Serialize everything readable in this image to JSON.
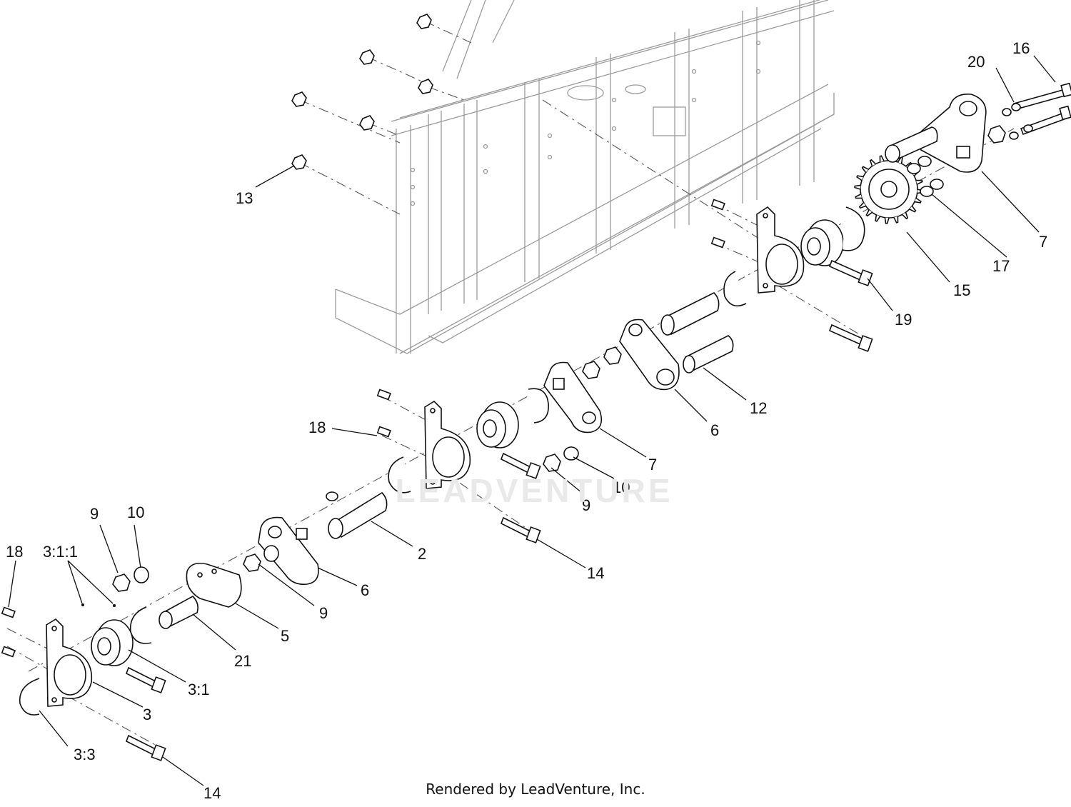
{
  "diagram": {
    "footer": "Rendered by LeadVenture, Inc.",
    "watermark": "LEADVENTURE",
    "callouts": [
      {
        "id": "c13",
        "text": "13"
      },
      {
        "id": "c16",
        "text": "16"
      },
      {
        "id": "c20",
        "text": "20"
      },
      {
        "id": "c7a",
        "text": "7"
      },
      {
        "id": "c17",
        "text": "17"
      },
      {
        "id": "c15",
        "text": "15"
      },
      {
        "id": "c19",
        "text": "19"
      },
      {
        "id": "c12",
        "text": "12"
      },
      {
        "id": "c6a",
        "text": "6"
      },
      {
        "id": "c7b",
        "text": "7"
      },
      {
        "id": "c10a",
        "text": "10"
      },
      {
        "id": "c9a",
        "text": "9"
      },
      {
        "id": "c18a",
        "text": "18"
      },
      {
        "id": "c2",
        "text": "2"
      },
      {
        "id": "c14a",
        "text": "14"
      },
      {
        "id": "c6b",
        "text": "6"
      },
      {
        "id": "c9b",
        "text": "9"
      },
      {
        "id": "c10b",
        "text": "10"
      },
      {
        "id": "c18b",
        "text": "18"
      },
      {
        "id": "c311",
        "text": "3:1:1"
      },
      {
        "id": "c9c",
        "text": "9"
      },
      {
        "id": "c5",
        "text": "5"
      },
      {
        "id": "c21",
        "text": "21"
      },
      {
        "id": "c31",
        "text": "3:1"
      },
      {
        "id": "c3",
        "text": "3"
      },
      {
        "id": "c33",
        "text": "3:3"
      },
      {
        "id": "c14b",
        "text": "14"
      }
    ]
  }
}
